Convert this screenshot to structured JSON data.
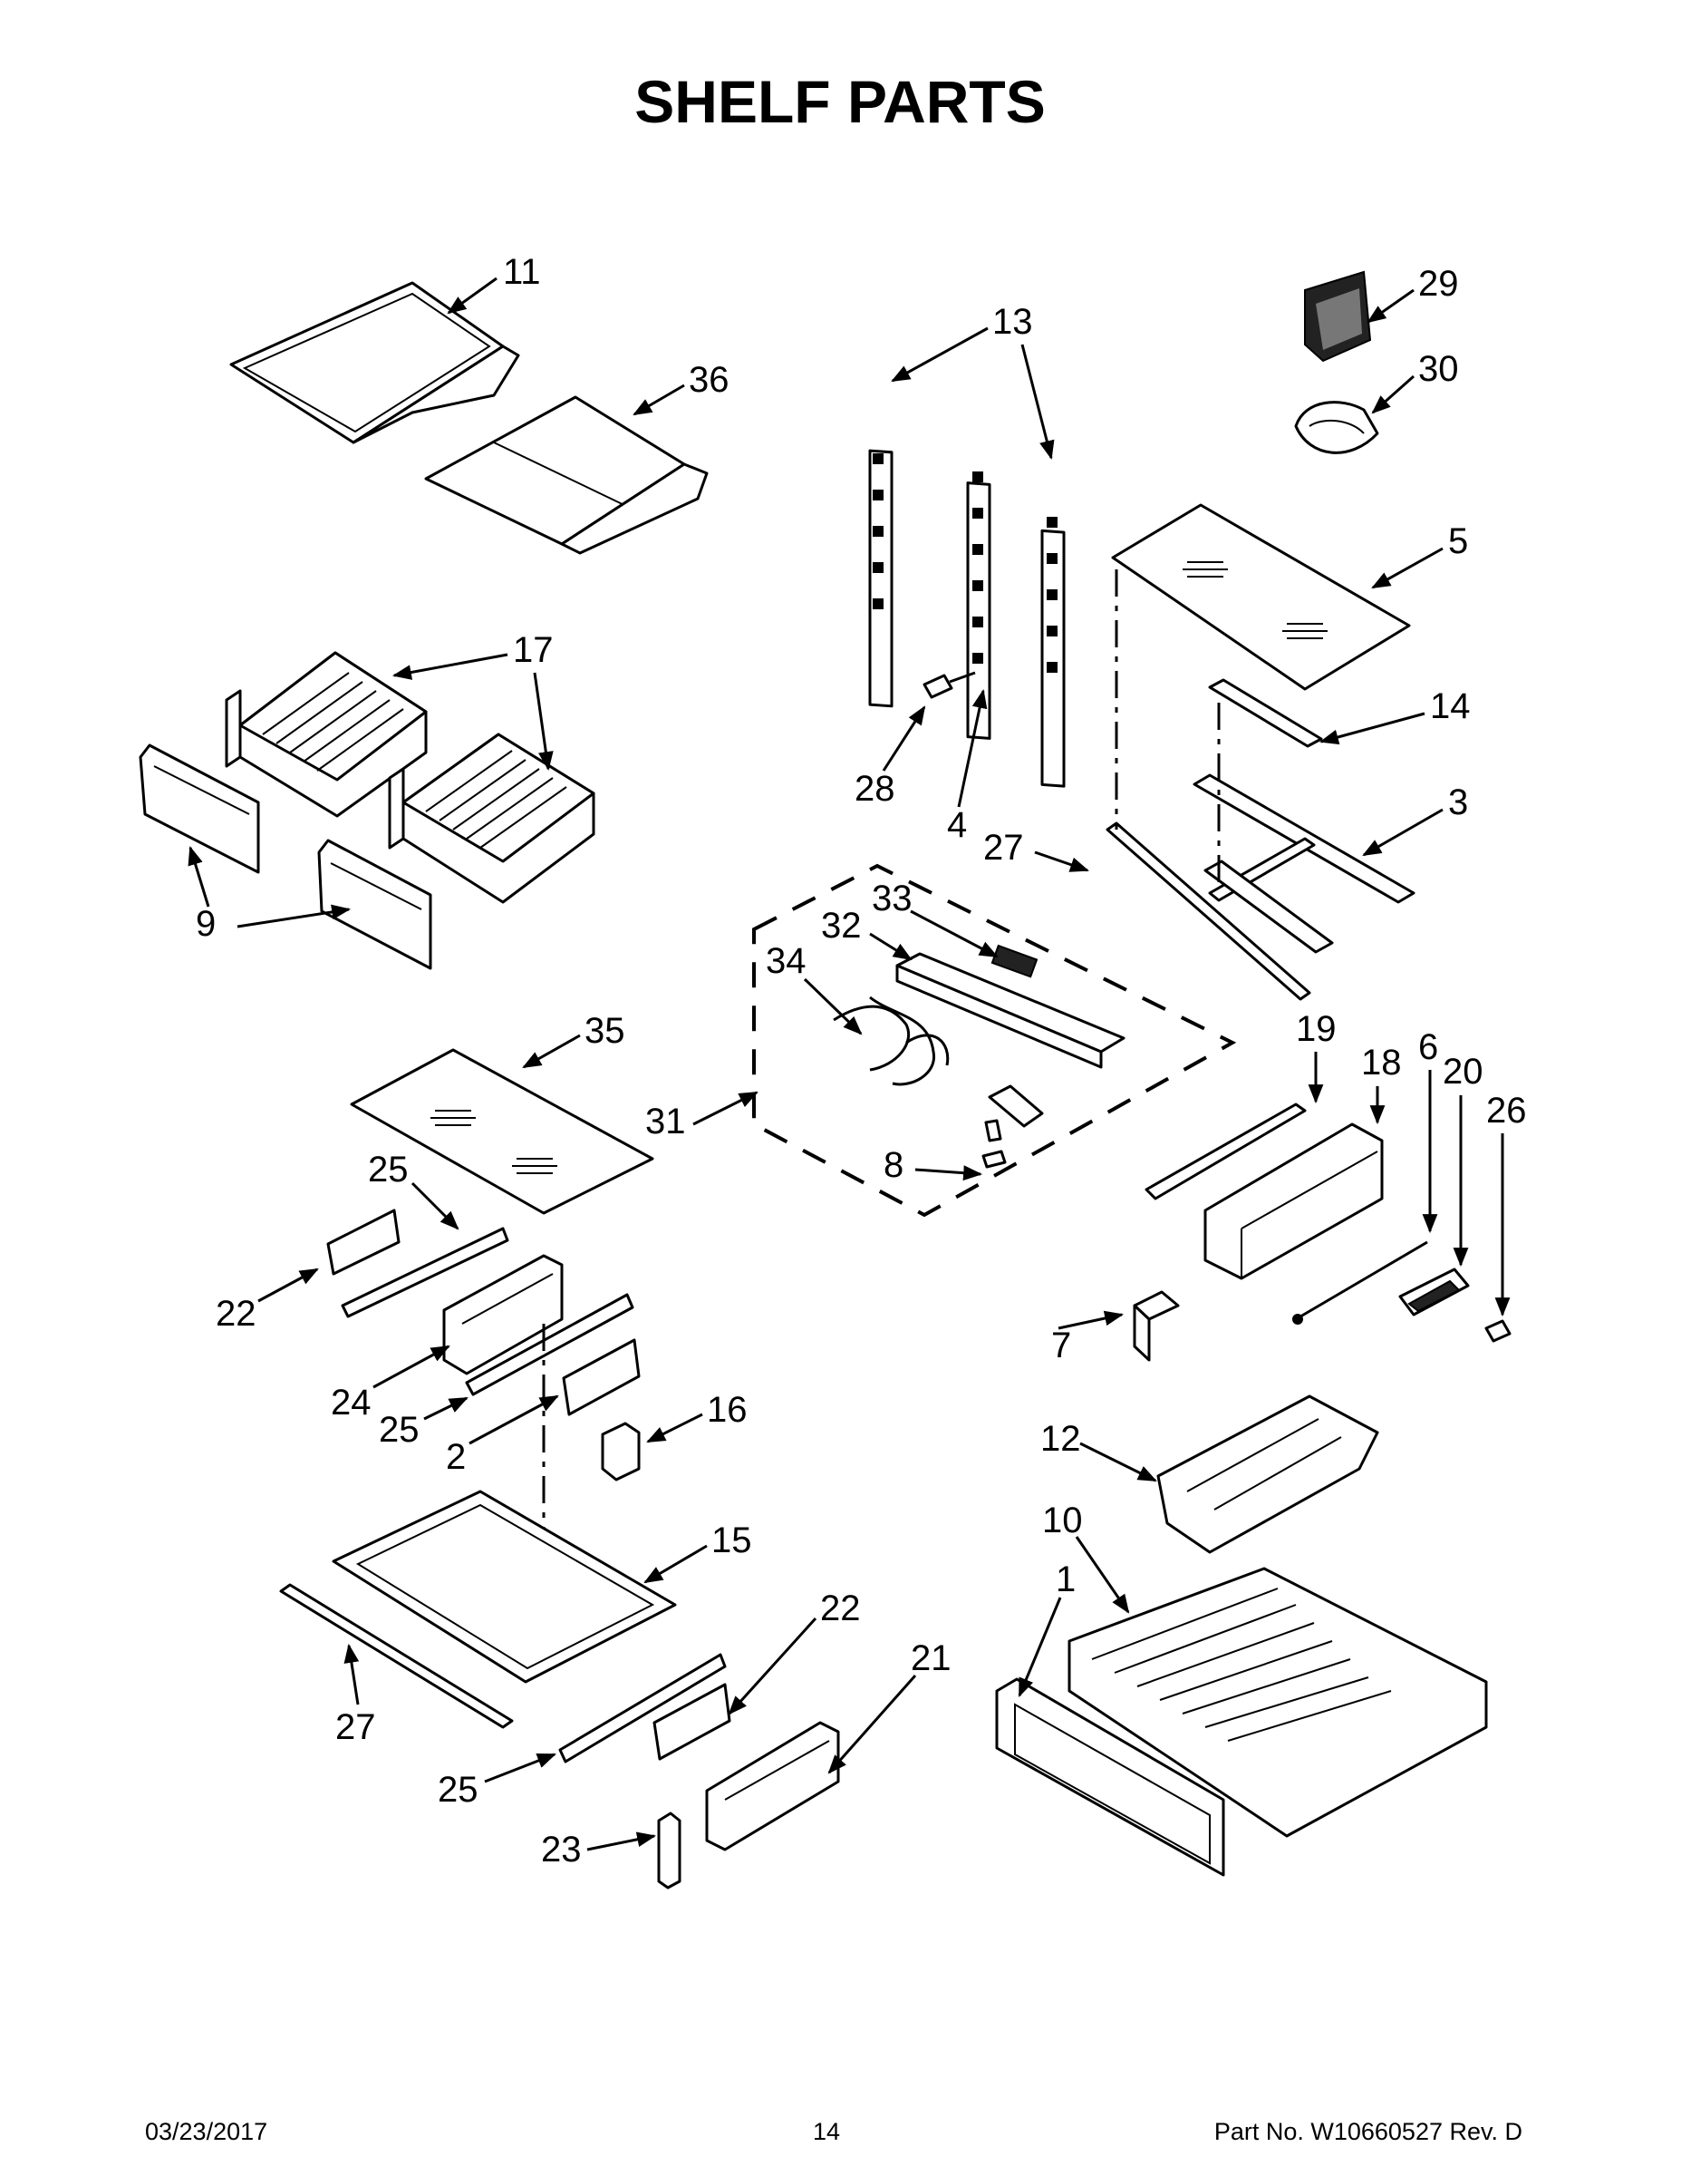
{
  "title": "SHELF PARTS",
  "footer": {
    "date": "03/23/2017",
    "page": "14",
    "part_number": "Part No.  W10660527  Rev.  D"
  },
  "callouts": [
    "1",
    "2",
    "3",
    "4",
    "5",
    "6",
    "7",
    "8",
    "9",
    "10",
    "11",
    "12",
    "13",
    "14",
    "15",
    "16",
    "17",
    "18",
    "19",
    "20",
    "21",
    "22",
    "22",
    "23",
    "24",
    "25",
    "25",
    "25",
    "26",
    "27",
    "27",
    "28",
    "29",
    "30",
    "31",
    "32",
    "33",
    "34",
    "35",
    "36"
  ]
}
